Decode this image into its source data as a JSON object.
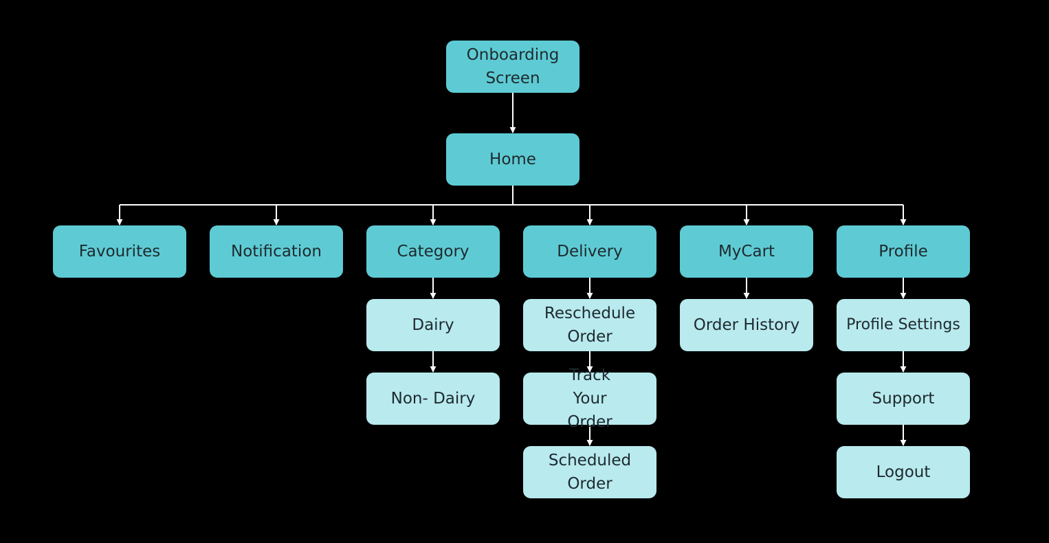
{
  "colors": {
    "background": "#000000",
    "primary_node": "#5ecbd4",
    "secondary_node": "#b8eaee",
    "connector": "#ffffff",
    "text": "#1e2a2e"
  },
  "diagram": {
    "nodes": {
      "onboarding": "Onboarding Screen",
      "home": "Home",
      "favourites": "Favourites",
      "notification": "Notification",
      "category": "Category",
      "delivery": "Delivery",
      "mycart": "MyCart",
      "profile": "Profile",
      "dairy": "Dairy",
      "non_dairy": "Non- Dairy",
      "reschedule_order": "Reschedule Order",
      "track_your_order": "Track Your Order",
      "scheduled_order": "Scheduled Order",
      "order_history": "Order History",
      "profile_settings": "Profile Settings",
      "support": "Support",
      "logout": "Logout"
    }
  }
}
